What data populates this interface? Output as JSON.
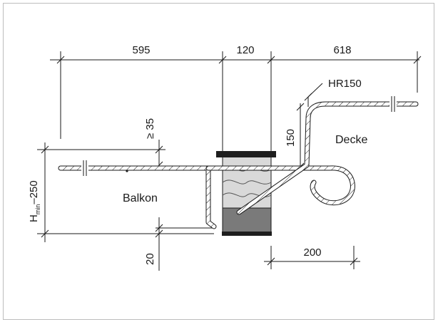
{
  "labels": {
    "dim_balcony_width": "595",
    "dim_insulation_width": "120",
    "dim_slab_width": "618",
    "bend_radius": "HR150",
    "dim_min_cover": "≥ 35",
    "dim_hook_height": "150",
    "dim_bottom_offset": "20",
    "dim_hook_length": "200",
    "slab_label": "Decke",
    "balcony_label": "Balkon",
    "height_prefix": "H",
    "height_sub": "min",
    "height_suffix": "–250"
  },
  "colors": {
    "line": "#1a1a1a",
    "frame": "#bdbdbd",
    "insulation": "#d9d9d9",
    "block_dark": "#7a7a7a",
    "pad_black": "#1e1e1e"
  }
}
